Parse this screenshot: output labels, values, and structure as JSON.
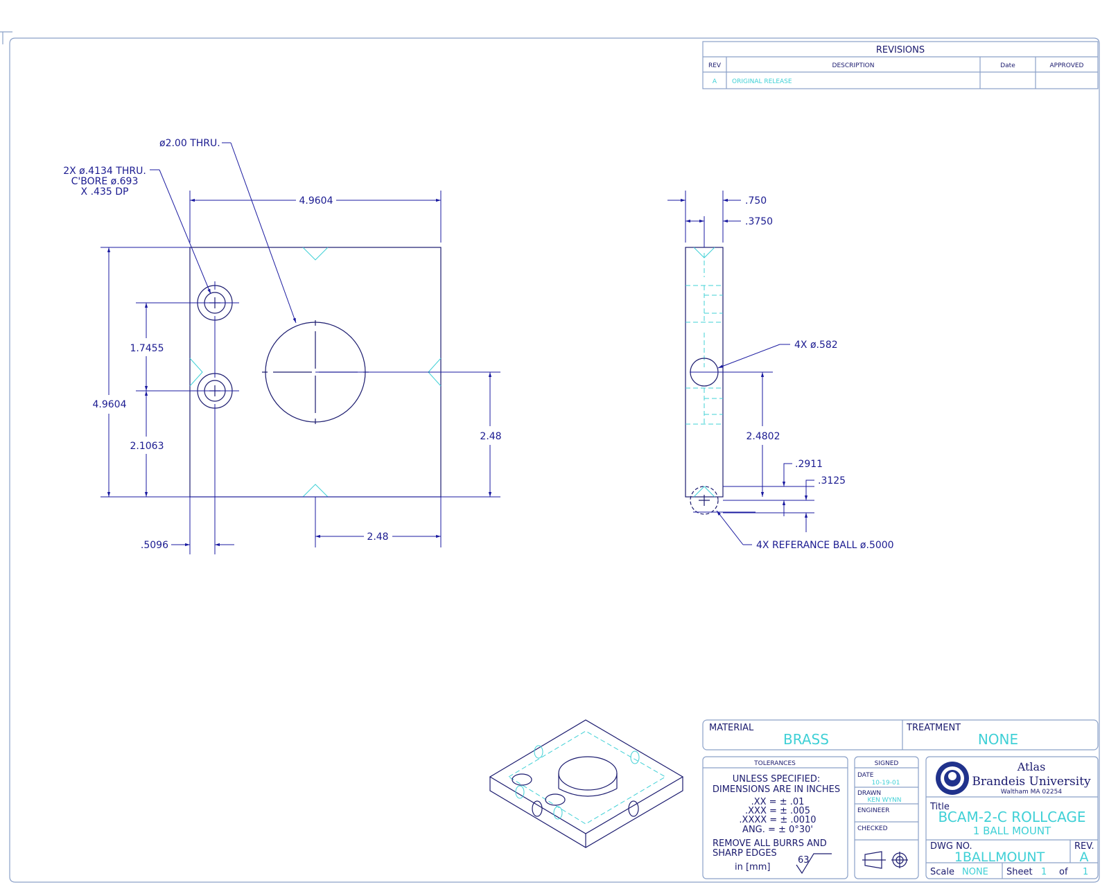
{
  "revisions": {
    "heading": "REVISIONS",
    "columns": [
      "REV",
      "DESCRIPTION",
      "Date",
      "APPROVED"
    ],
    "rows": [
      {
        "rev": "A",
        "description": "ORIGINAL RELEASE",
        "date": "",
        "approved": ""
      }
    ]
  },
  "front_view": {
    "callout_thru": "ø2.00 THRU.",
    "callout_cbore": [
      "2X ø.4134 THRU.",
      "C'BORE ø.693",
      "X .435 DP"
    ],
    "dim_width_top": "4.9604",
    "dim_height_left": "4.9604",
    "dim_hole_spacing": "1.7455",
    "dim_hole_bottom": "2.1063",
    "dim_center_right": "2.48",
    "dim_center_bottom": "2.48",
    "dim_hole_edge": ".5096"
  },
  "side_view": {
    "dim_thickness": ".750",
    "dim_half": ".3750",
    "callout_holes": "4X ø.582",
    "dim_hole_height": "2.4802",
    "dim_ball_a": ".2911",
    "dim_ball_b": ".3125",
    "callout_ball": "4X REFERANCE BALL ø.5000"
  },
  "title_block": {
    "material_label": "MATERIAL",
    "material_value": "BRASS",
    "treatment_label": "TREATMENT",
    "treatment_value": "NONE",
    "tolerances_heading": "TOLERANCES",
    "tolerance_lines": [
      "UNLESS SPECIFIED:",
      "DIMENSIONS ARE IN INCHES",
      ".XX  =  ±  .01",
      ".XXX  =  ±  .005",
      ".XXXX  =  ±  .0010",
      "ANG.  =  ±  0°30'"
    ],
    "burr_lines": [
      "REMOVE ALL BURRS AND",
      "SHARP EDGES"
    ],
    "units_note": "in [mm]",
    "finish_value": "63",
    "signed_heading": "SIGNED",
    "date_label": "DATE",
    "date_value": "10-19-01",
    "drawn_label": "DRAWN",
    "drawn_value": "KEN WYNN",
    "engineer_label": "ENGINEER",
    "checked_label": "CHECKED",
    "org_top": "Atlas",
    "org_name": "Brandeis University",
    "org_address": "Waltham  MA  02254",
    "title_label": "Title",
    "title_line1": "BCAM-2-C ROLLCAGE",
    "title_line2": "1 BALL MOUNT",
    "dwg_label": "DWG NO.",
    "dwg_value": "1BALLMOUNT",
    "rev_label": "REV.",
    "rev_value": "A",
    "scale_label": "Scale",
    "scale_value": "NONE",
    "sheet_label": "Sheet",
    "sheet_value": "1",
    "of_label": "of",
    "of_value": "1"
  }
}
